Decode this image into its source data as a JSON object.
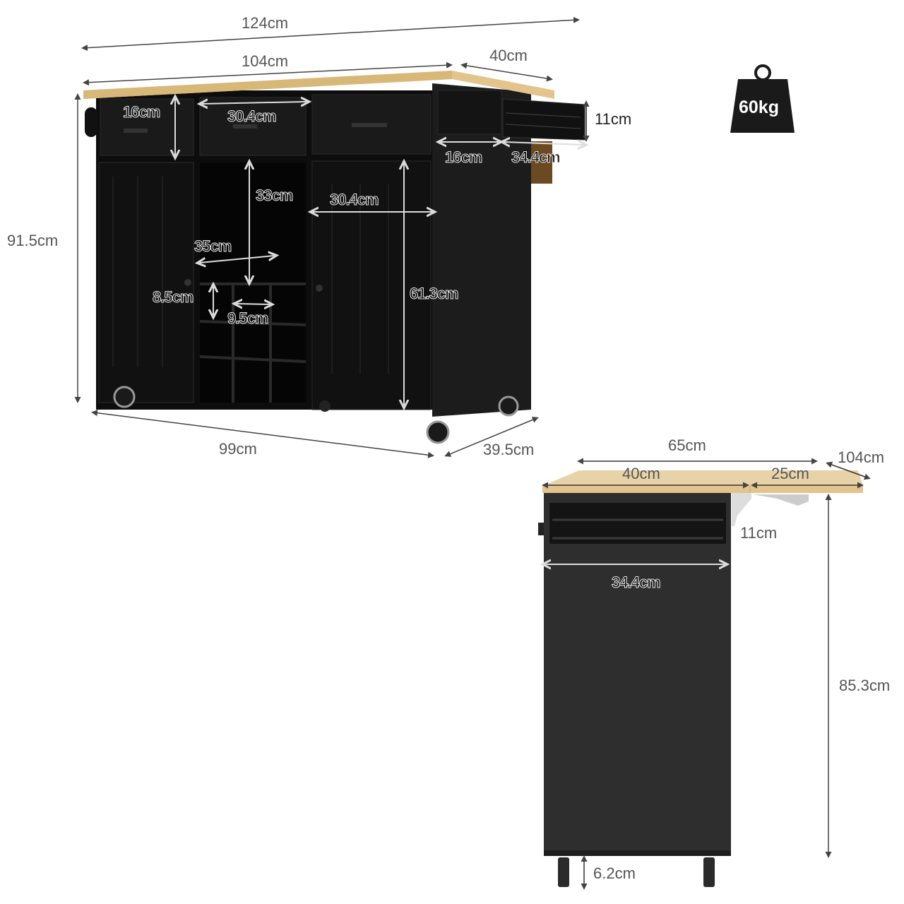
{
  "front_view": {
    "overall_width_with_leaf": "124cm",
    "top_width": "104cm",
    "top_depth": "40cm",
    "overall_height": "91.5cm",
    "base_width": "99cm",
    "base_depth": "39.5cm",
    "drawer_height": "16cm",
    "drawer_width": "30.4cm",
    "spice_rack_height": "11cm",
    "side_drawer_width": "16cm",
    "spice_rack_width": "34.4cm",
    "open_shelf_height": "33cm",
    "open_shelf_width": "35cm",
    "cabinet_width": "30.4cm",
    "cabinet_height": "61.3cm",
    "wine_cell_height": "8.5cm",
    "wine_cell_width": "9.5cm"
  },
  "weight_badge": {
    "label": "60kg"
  },
  "side_view": {
    "top_total_depth": "65cm",
    "top_fixed_depth": "40cm",
    "leaf_depth": "25cm",
    "top_length": "104cm",
    "rack_height": "11cm",
    "rack_width": "34.4cm",
    "height_to_top": "85.3cm",
    "caster_height": "6.2cm"
  },
  "colors": {
    "body": "#141414",
    "side": "#2e2e2e",
    "wood": "#e2c48c",
    "line": "#444444"
  }
}
